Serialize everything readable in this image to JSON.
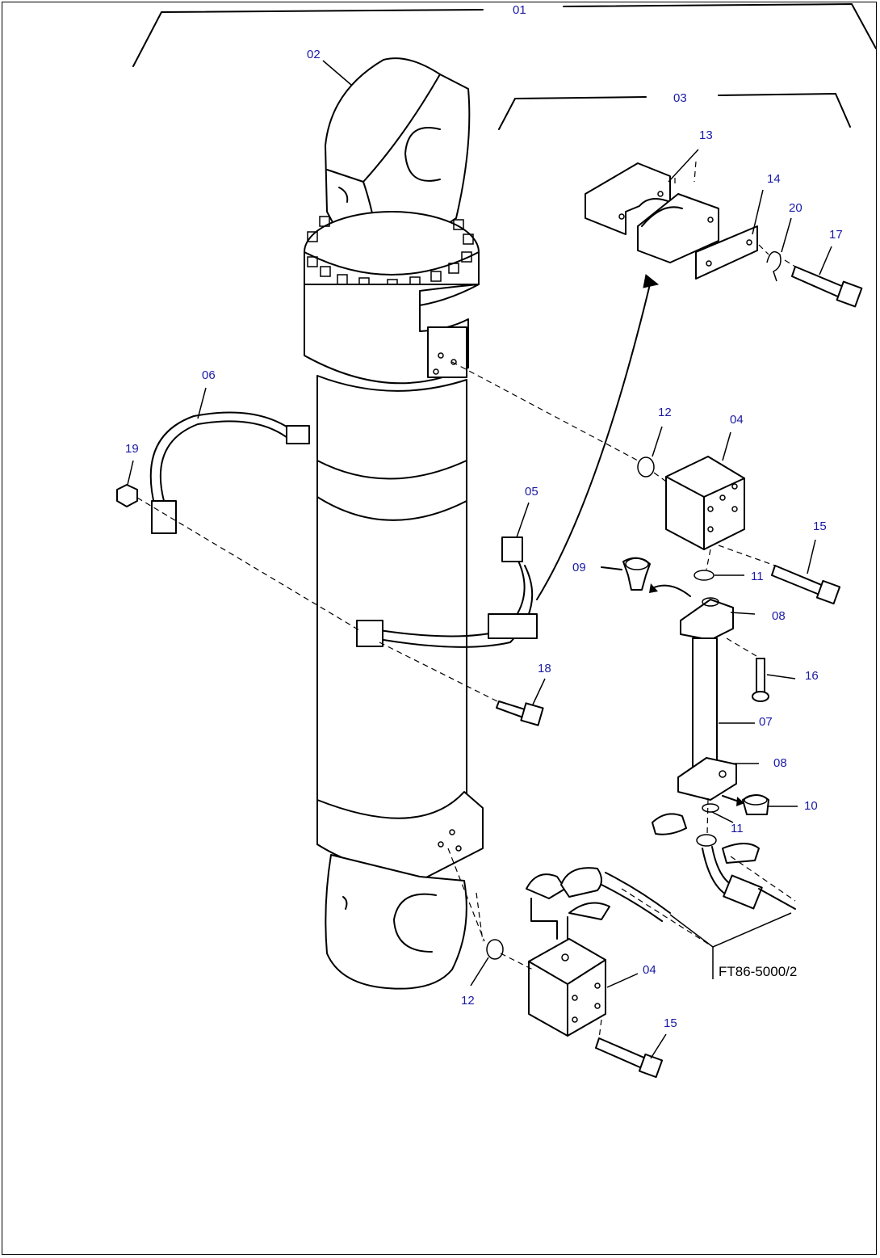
{
  "callouts": {
    "c01": "01",
    "c02": "02",
    "c03": "03",
    "c04a": "04",
    "c04b": "04",
    "c05": "05",
    "c06": "06",
    "c07": "07",
    "c08a": "08",
    "c08b": "08",
    "c09": "09",
    "c10": "10",
    "c11a": "11",
    "c11b": "11",
    "c12a": "12",
    "c12b": "12",
    "c13": "13",
    "c14": "14",
    "c15a": "15",
    "c15b": "15",
    "c16": "16",
    "c17": "17",
    "c18": "18",
    "c19": "19",
    "c20": "20"
  },
  "figure_ref": "FT86-5000/2",
  "colors": {
    "callout": "#1a1aa6",
    "line": "#000000"
  }
}
